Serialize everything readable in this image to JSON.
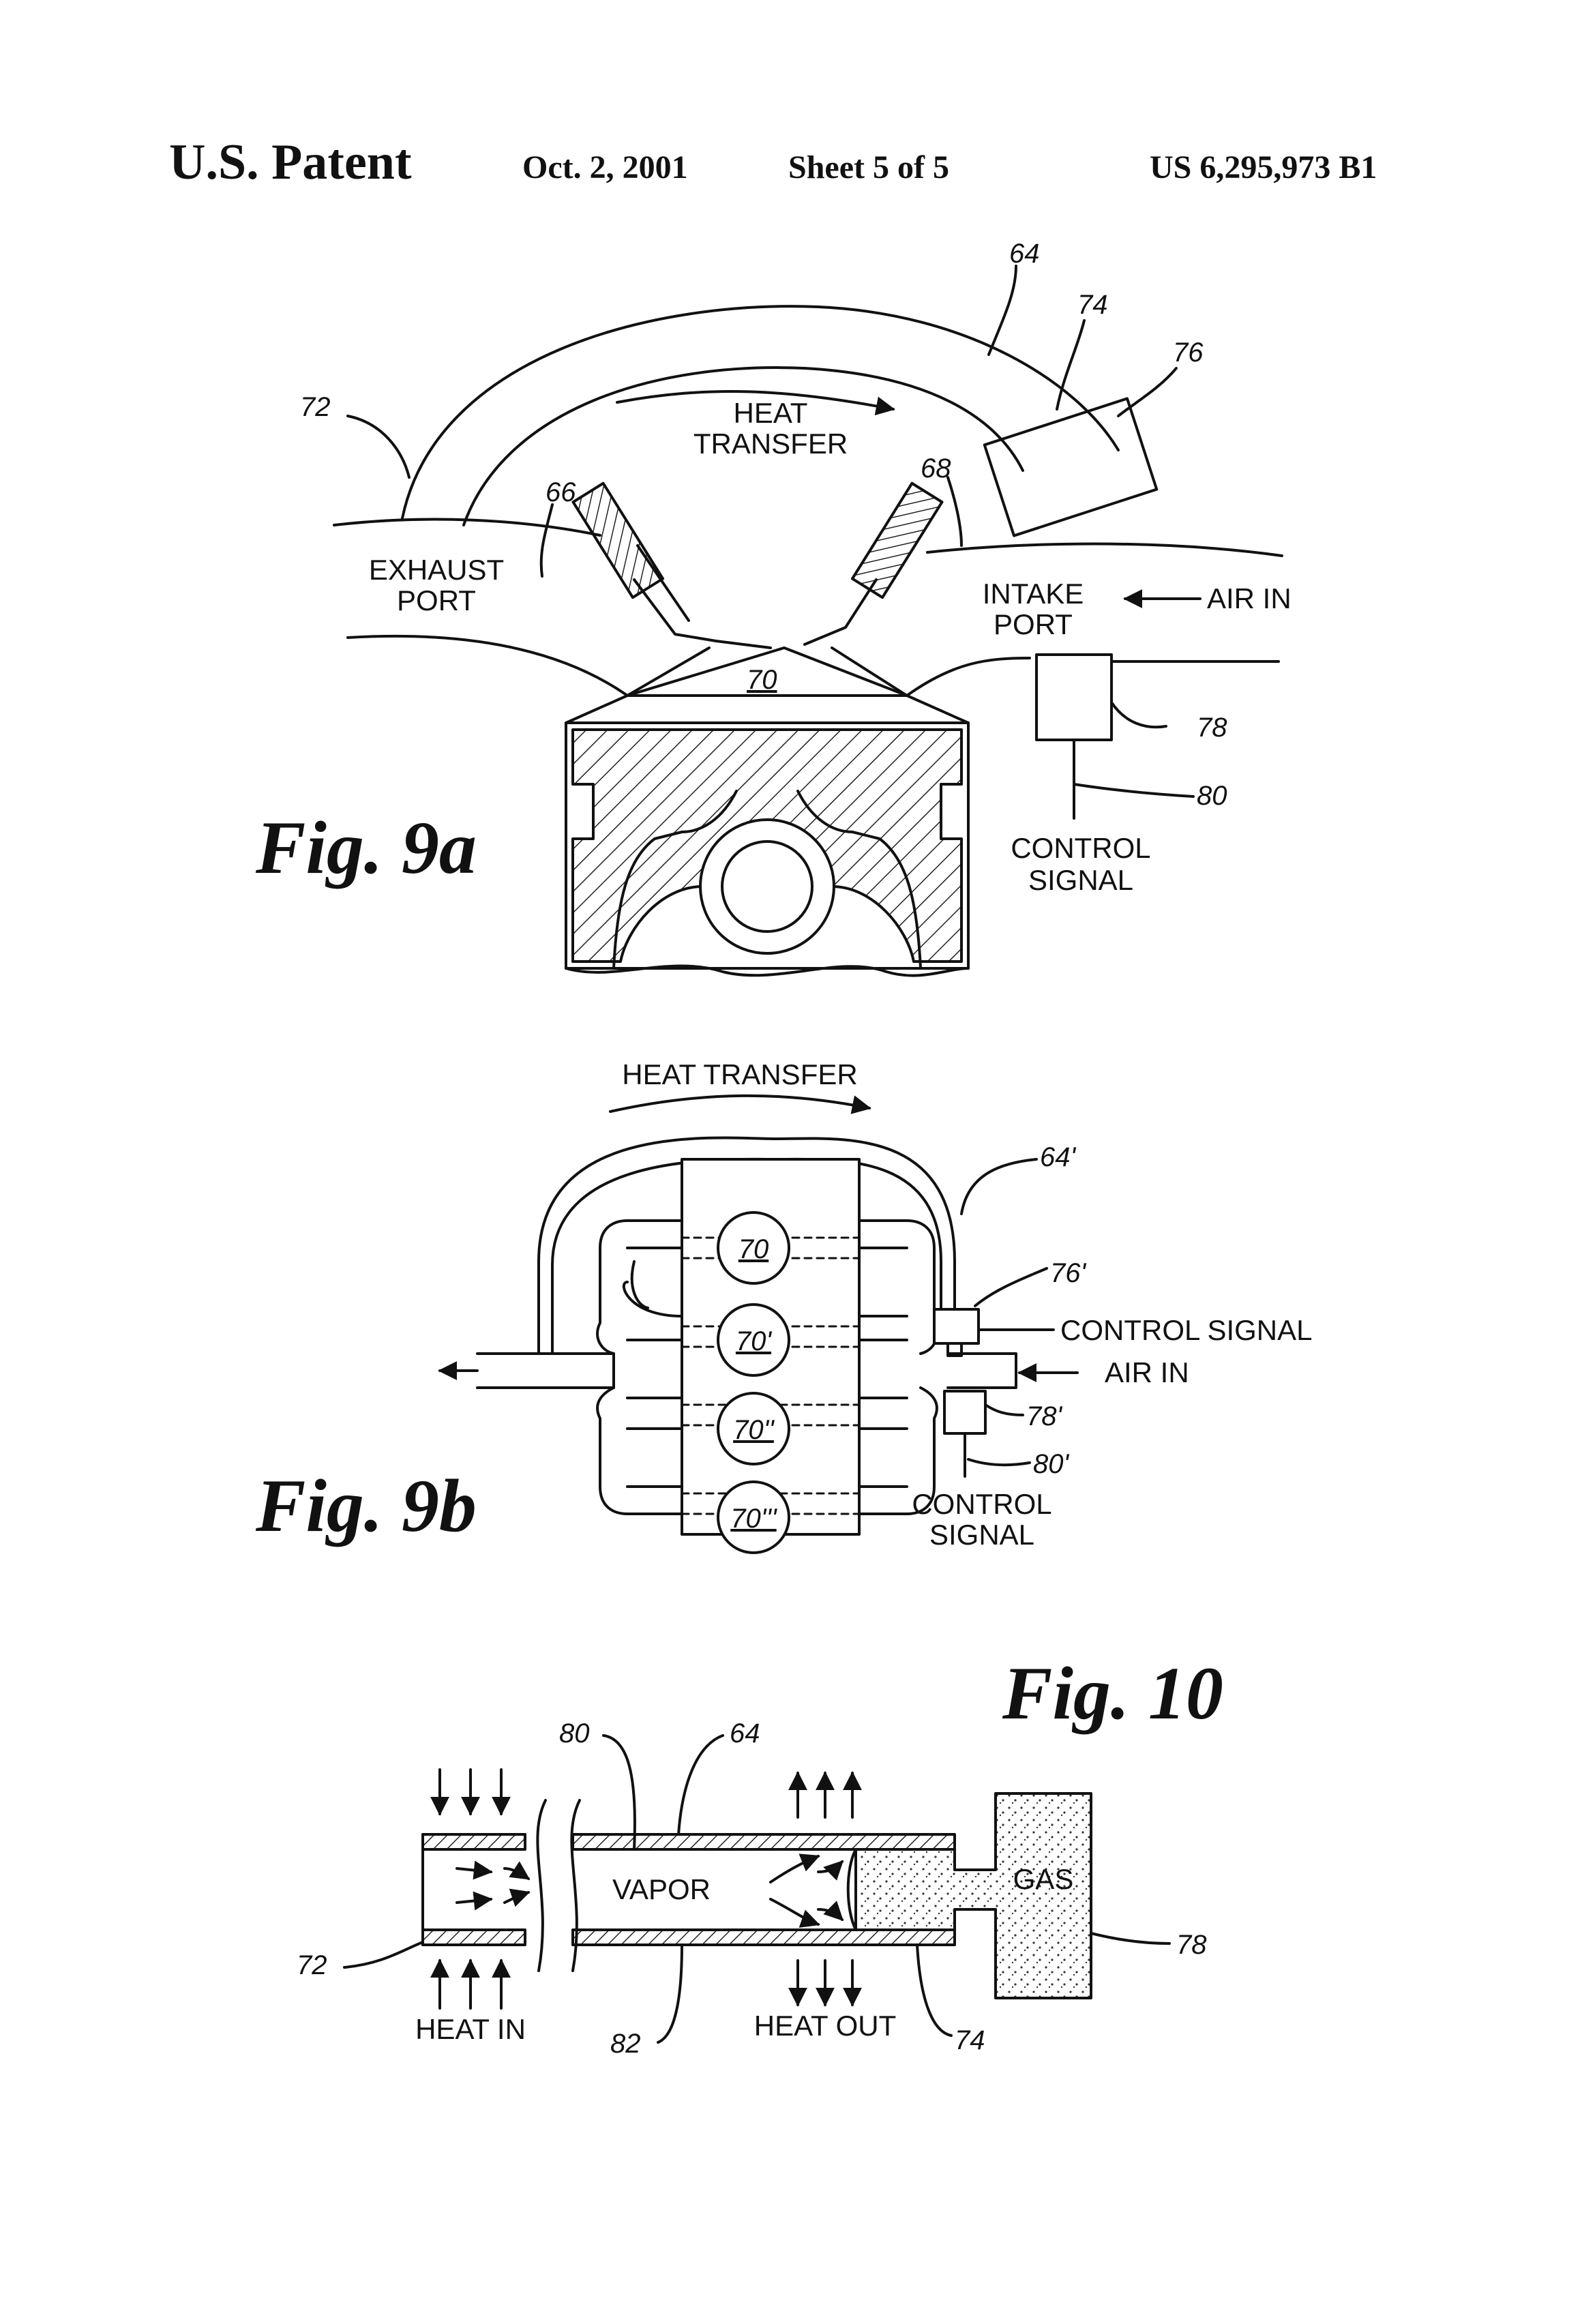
{
  "header": {
    "left": "U.S. Patent",
    "date": "Oct. 2, 2001",
    "sheet": "Sheet 5 of 5",
    "number": "US 6,295,973 B1"
  },
  "fig9a": {
    "caption": "Fig. 9a",
    "heat_transfer_1": "HEAT",
    "heat_transfer_2": "TRANSFER",
    "exhaust_1": "EXHAUST",
    "exhaust_2": "PORT",
    "intake_1": "INTAKE",
    "intake_2": "PORT",
    "air_in": "AIR IN",
    "control_1": "CONTROL",
    "control_2": "SIGNAL",
    "refs": {
      "r64": "64",
      "r74": "74",
      "r76": "76",
      "r72": "72",
      "r66": "66",
      "r68": "68",
      "r70": "70",
      "r78": "78",
      "r80": "80"
    }
  },
  "fig9b": {
    "caption": "Fig. 9b",
    "heat_transfer": "HEAT TRANSFER",
    "control_signal": "CONTROL SIGNAL",
    "air_in": "AIR IN",
    "control_1": "CONTROL",
    "control_2": "SIGNAL",
    "cylinders": [
      "70",
      "70'",
      "70''",
      "70'''"
    ],
    "refs": {
      "r64p": "64'",
      "r76p": "76'",
      "r78p": "78'",
      "r80p": "80'"
    }
  },
  "fig10": {
    "caption": "Fig. 10",
    "vapor": "VAPOR",
    "gas": "GAS",
    "heat_in": "HEAT IN",
    "heat_out": "HEAT OUT",
    "refs": {
      "r80": "80",
      "r64": "64",
      "r72": "72",
      "r82": "82",
      "r74": "74",
      "r78": "78"
    }
  }
}
